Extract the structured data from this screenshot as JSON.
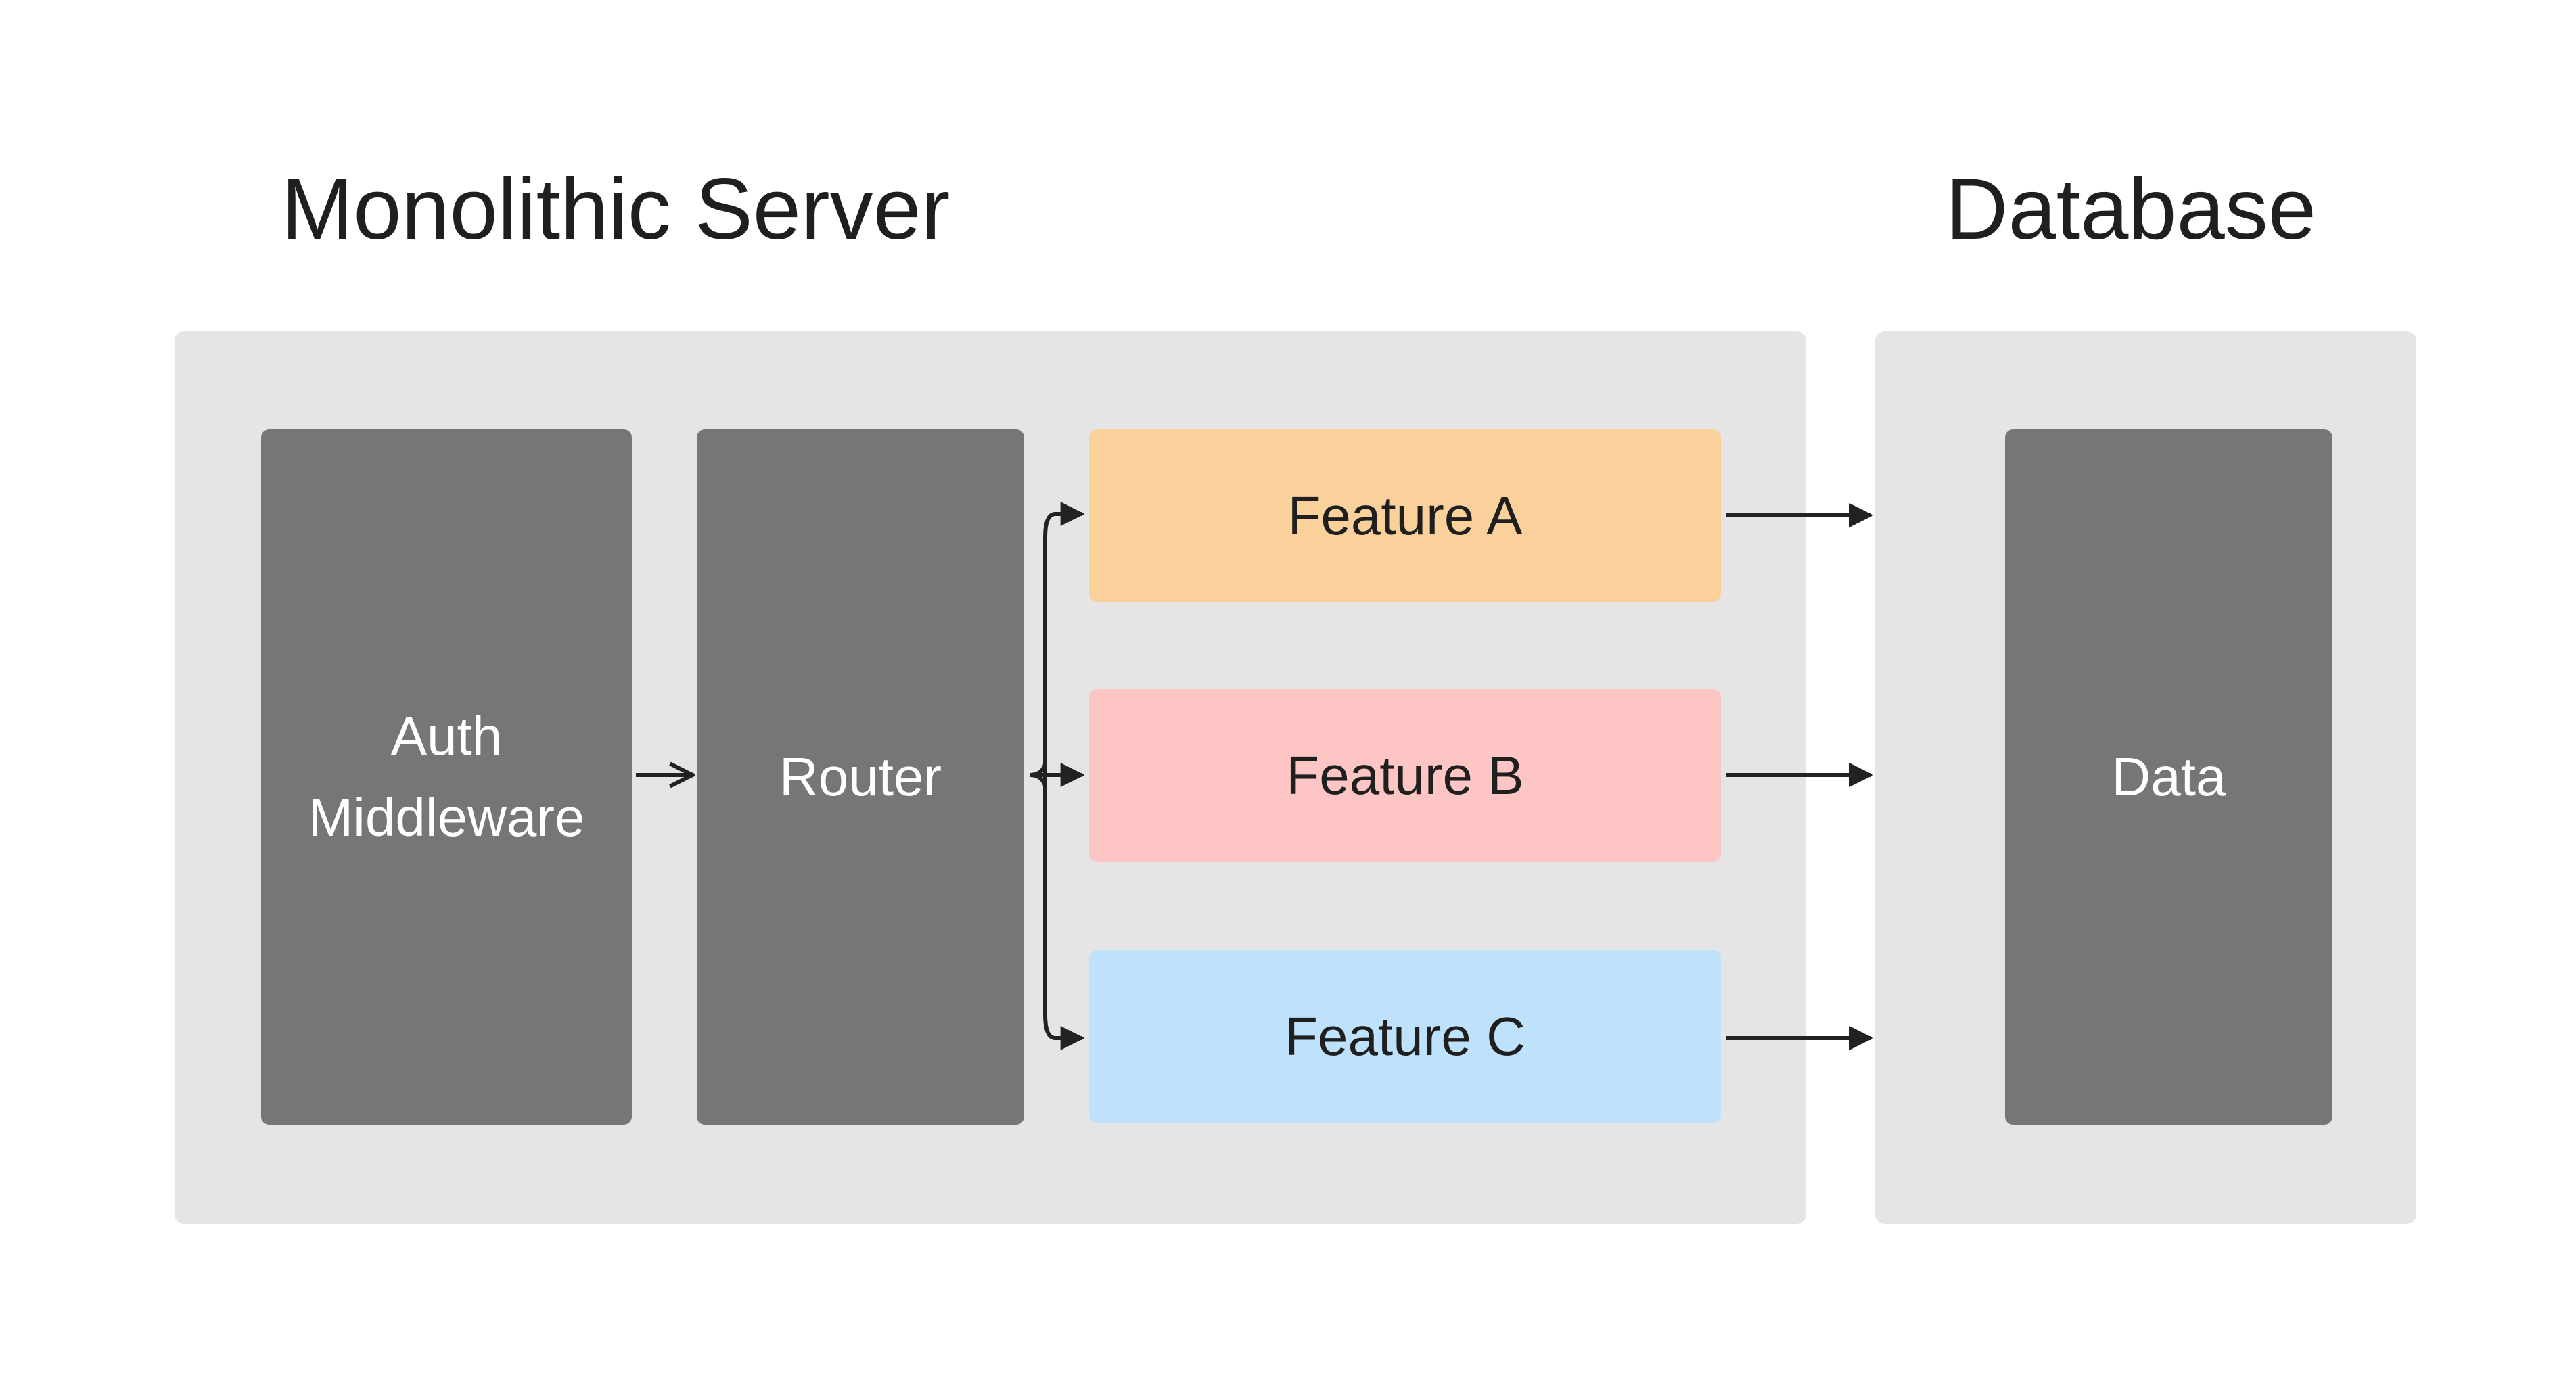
{
  "titles": {
    "server": "Monolithic Server",
    "database": "Database"
  },
  "blocks": {
    "auth": "Auth\nMiddleware",
    "router": "Router",
    "feature_a": "Feature A",
    "feature_b": "Feature B",
    "feature_c": "Feature C",
    "data": "Data"
  },
  "colors": {
    "panel": "#e5e5e5",
    "dark_block": "#767676",
    "feature_a": "#fbd19b",
    "feature_b": "#fdc5c3",
    "feature_c": "#bfe2fc",
    "arrow": "#222222"
  }
}
